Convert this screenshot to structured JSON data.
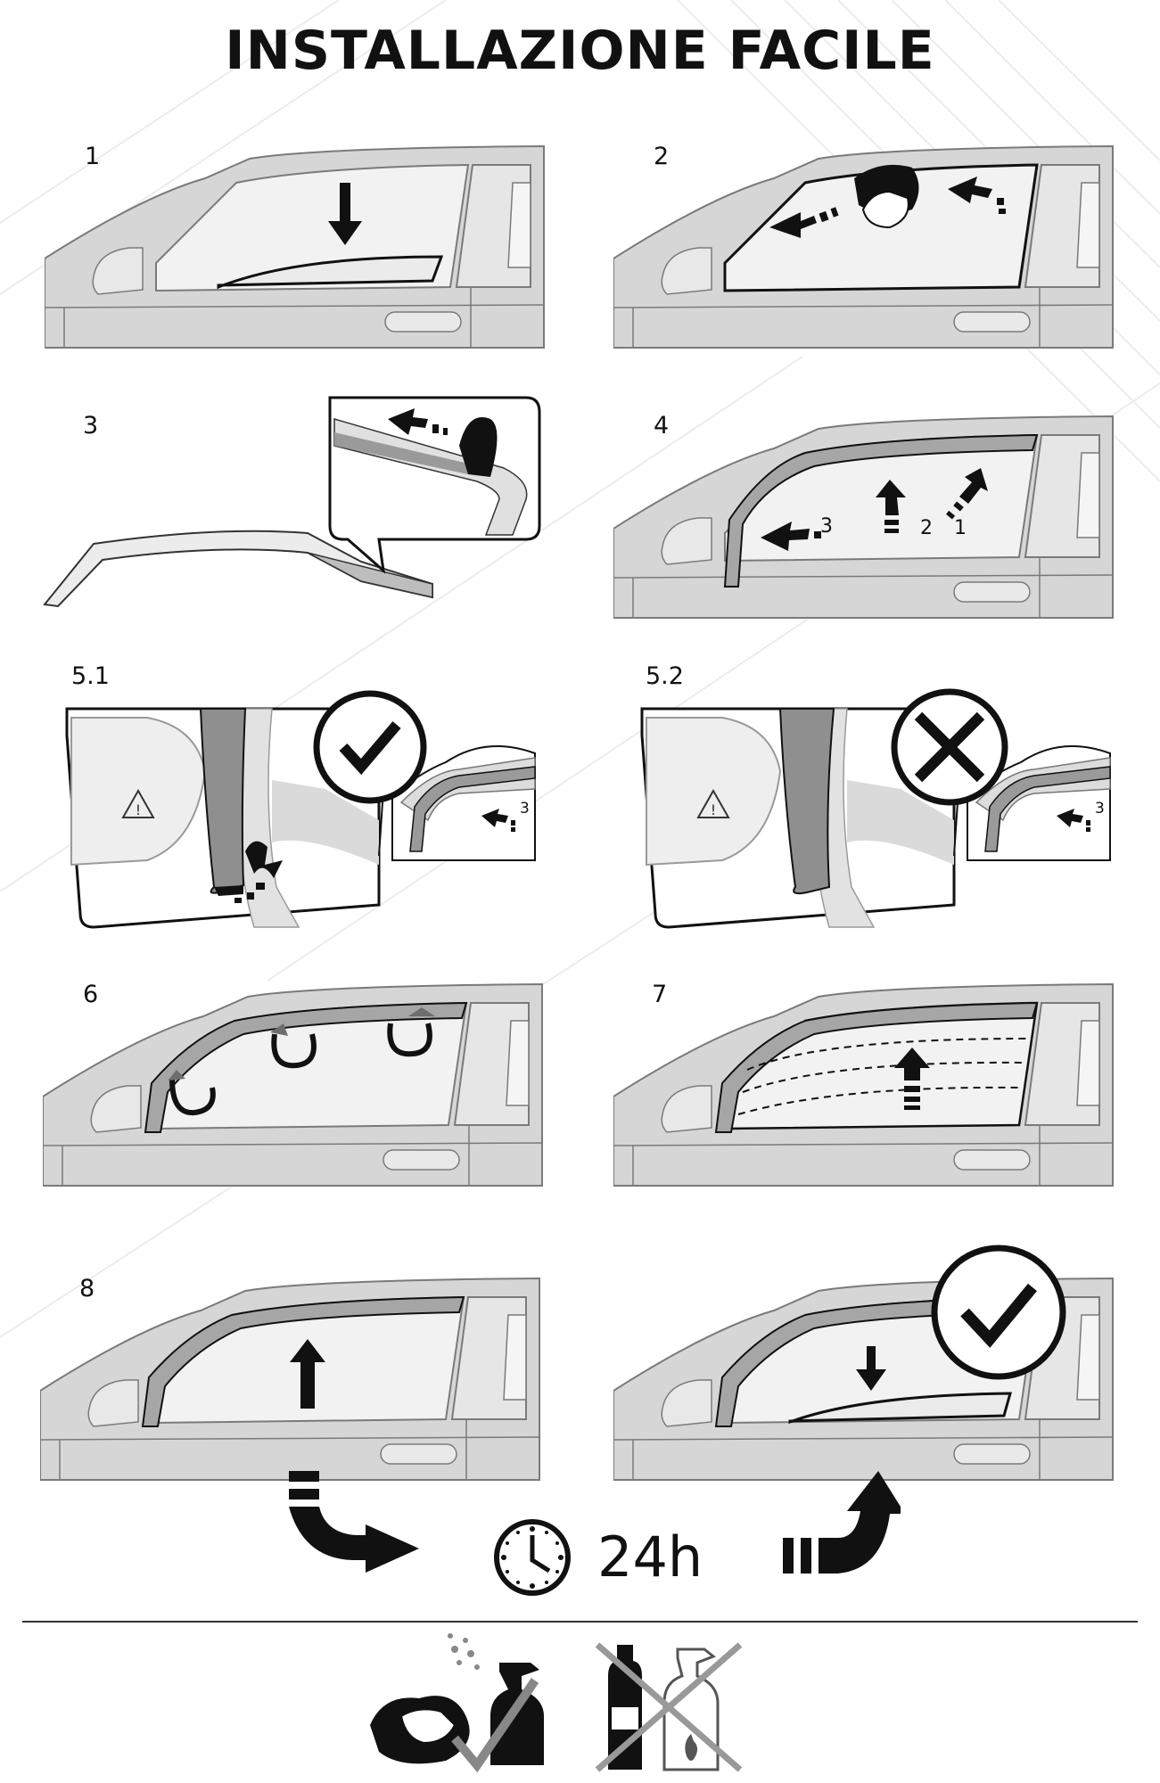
{
  "title": "INSTALLAZIONE FACILE",
  "steps": {
    "s1": "1",
    "s2": "2",
    "s3": "3",
    "s4": "4",
    "s51": "5.1",
    "s52": "5.2",
    "s6": "6",
    "s7": "7",
    "s8": "8"
  },
  "step4_sequence": [
    "3",
    "2",
    "1"
  ],
  "zoom_label": "3",
  "timer": "24h",
  "icons": {
    "correct": "check-icon",
    "wrong": "cross-icon",
    "warning": "warning-triangle-icon",
    "clock": "clock-icon",
    "cloth": "cloth-icon",
    "spray": "spray-bottle-icon",
    "solvent": "solvent-bottle-icon",
    "fire": "flammable-icon"
  },
  "colors": {
    "car_body": "#d6d6d6",
    "car_line": "#7a7a7a",
    "window": "#f2f2f2",
    "deflector": "#a6a6a6",
    "ink": "#111111"
  }
}
